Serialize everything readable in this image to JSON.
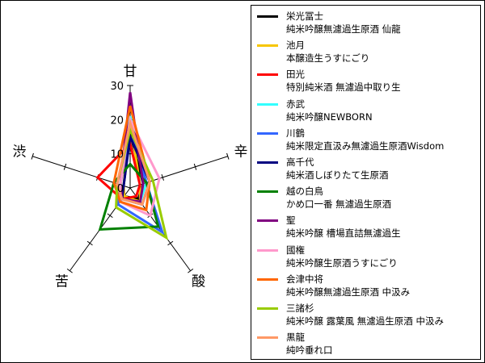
{
  "chart_data": {
    "type": "radar",
    "axes": [
      "甘",
      "辛",
      "酸",
      "苦",
      "渋"
    ],
    "rlim": [
      0,
      30
    ],
    "ticks": [
      0,
      10,
      20,
      30
    ],
    "legend_position": "right",
    "series": [
      {
        "line1": "栄光冨士",
        "line2": "純米吟醸無濾過生原酒 仙龍",
        "color": "#000000",
        "values": [
          16,
          4,
          4,
          3,
          2
        ]
      },
      {
        "line1": "池月",
        "line2": "本醸造生うすにごり",
        "color": "#f7c600",
        "values": [
          20,
          3,
          5,
          3,
          2
        ]
      },
      {
        "line1": "田光",
        "line2": "特別純米酒 無濾過中取り生",
        "color": "#ff0000",
        "values": [
          13,
          3,
          3,
          4,
          10
        ]
      },
      {
        "line1": "赤武",
        "line2": "純米吟醸NEWBORN",
        "color": "#33ffff",
        "values": [
          21,
          5,
          5,
          4,
          3
        ]
      },
      {
        "line1": "川鶴",
        "line2": "純米限定直汲み無濾過生原酒Wisdom",
        "color": "#3366ff",
        "values": [
          18,
          5,
          16,
          6,
          3
        ]
      },
      {
        "line1": "高千代",
        "line2": "純米酒しぼりたて生原酒",
        "color": "#000080",
        "values": [
          15,
          6,
          6,
          4,
          2
        ]
      },
      {
        "line1": "越の白鳥",
        "line2": "かめ口一番 無濾過生原酒",
        "color": "#008000",
        "values": [
          7,
          5,
          14,
          15,
          5
        ]
      },
      {
        "line1": "聖",
        "line2": "純米吟醸 槽場直詰無濾過生",
        "color": "#800080",
        "values": [
          28,
          4,
          5,
          4,
          3
        ]
      },
      {
        "line1": "國権",
        "line2": "純米吟醸生原酒うすにごり",
        "color": "#ff99cc",
        "values": [
          20,
          9,
          10,
          5,
          3
        ]
      },
      {
        "line1": "会津中将",
        "line2": "純米吟醸無濾過生原酒 中汲み",
        "color": "#ff6600",
        "values": [
          24,
          6,
          8,
          5,
          5
        ]
      },
      {
        "line1": "三諸杉",
        "line2": "純米吟醸 露葉風 無濾過生原酒 中汲み",
        "color": "#99cc00",
        "values": [
          17,
          7,
          18,
          7,
          4
        ]
      },
      {
        "line1": "黒龍",
        "line2": "純吟垂れ口",
        "color": "#ff9966",
        "values": [
          19,
          6,
          6,
          4,
          4
        ]
      }
    ]
  }
}
